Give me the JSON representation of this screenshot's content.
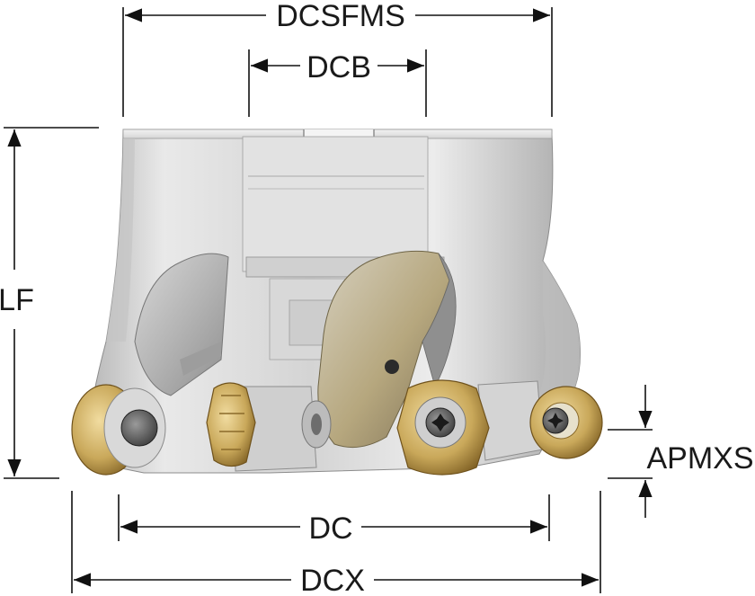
{
  "dimensions": {
    "dcsfms": "DCSFMS",
    "dcb": "DCB",
    "lf": "LF",
    "apmxs": "APMXS",
    "dc": "DC",
    "dcx": "DCX"
  },
  "colors": {
    "body_light": "#e6e6e6",
    "body_mid": "#c8c8c8",
    "body_dark": "#9c9c9c",
    "insert_gold": "#c9a85a",
    "insert_gold_dark": "#8a6a2a",
    "line": "#111111"
  }
}
